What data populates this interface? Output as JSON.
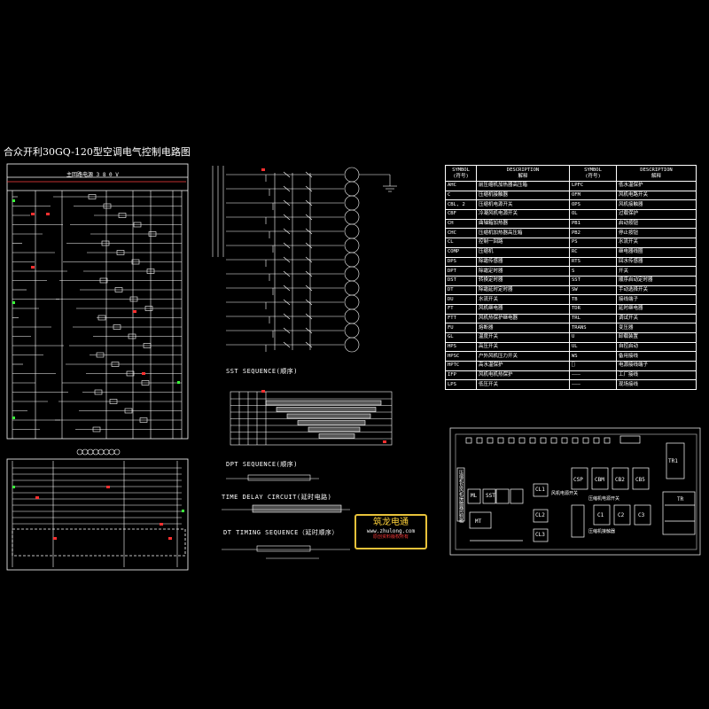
{
  "title": "合众开利30GQ-120型空调电气控制电路图",
  "power_label": "主回路电源 3 8 0 V",
  "sequences": {
    "sst": "SST SEQUENCE(顺序)",
    "dpt": "DPT SEQUENCE(顺序)",
    "time_delay": "TIME DELAY CIRCUIT(延时电路)",
    "dt": "DT TIMING SEQUENCE（延时顺序）"
  },
  "legend": {
    "headers": {
      "symbol": "SYMBOL\n(符号)",
      "description": "DESCRIPTION\n解释"
    },
    "rows": [
      {
        "s1": "AHC",
        "d1": "前压缩机加热器高压箱",
        "s2": "LPFC",
        "d2": "低水温保护"
      },
      {
        "s1": "C",
        "d1": "压缩机接触器",
        "s2": "OFM",
        "d2": "风机电路开关"
      },
      {
        "s1": "CBL, 2",
        "d1": "压缩机电源开关",
        "s2": "OPS",
        "d2": "风机接触器"
      },
      {
        "s1": "CBF",
        "d1": "冷凝风机电源开关",
        "s2": "OL",
        "d2": "过载保护"
      },
      {
        "s1": "CH",
        "d1": "曲轴箱加热器",
        "s2": "PB1",
        "d2": "启动按钮"
      },
      {
        "s1": "CHC",
        "d1": "压缩机加热器高压箱",
        "s2": "PB2",
        "d2": "停止按钮"
      },
      {
        "s1": "CL",
        "d1": "控制一回路",
        "s2": "PS",
        "d2": "水流开关"
      },
      {
        "s1": "COMP",
        "d1": "压缩机",
        "s2": "RC",
        "d2": "继电器线圈"
      },
      {
        "s1": "DPS",
        "d1": "除霜传感器",
        "s2": "RTS",
        "d2": "回水传感器"
      },
      {
        "s1": "DPT",
        "d1": "除霜定时器",
        "s2": "S",
        "d2": "开关"
      },
      {
        "s1": "DST",
        "d1": "转换定时器",
        "s2": "SST",
        "d2": "顺序启动定时器"
      },
      {
        "s1": "DT",
        "d1": "除霜延时定时器",
        "s2": "SW",
        "d2": "手动选择开关"
      },
      {
        "s1": "DU",
        "d1": "水流开关",
        "s2": "TB",
        "d2": "接线端子"
      },
      {
        "s1": "FT",
        "d1": "风机继电器",
        "s2": "TDR",
        "d2": "延时继电器"
      },
      {
        "s1": "FTT",
        "d1": "风机热保护继电器",
        "s2": "TRL",
        "d2": "调试开关"
      },
      {
        "s1": "FU",
        "d1": "熔断器",
        "s2": "TRANS",
        "d2": "变压器"
      },
      {
        "s1": "GL",
        "d1": "温度开关",
        "s2": "U",
        "d2": "卸载装置"
      },
      {
        "s1": "HPS",
        "d1": "高压开关",
        "s2": "UL",
        "d2": "自控启动"
      },
      {
        "s1": "HPSC",
        "d1": "户外风机压力开关",
        "s2": "WS",
        "d2": "备用接线"
      },
      {
        "s1": "HPTC",
        "d1": "高水温保护",
        "s2": "⎕",
        "d2": "电源接线端子"
      },
      {
        "s1": "IFP",
        "d1": "风机电机热保护",
        "s2": "———",
        "d2": "工厂接线"
      },
      {
        "s1": "LPS",
        "d1": "低压开关",
        "s2": "———",
        "d2": "现场接线"
      }
    ]
  },
  "panel": {
    "side_label": "压缩机及风机接触器控制箱",
    "boxes": {
      "tr1": "TR1",
      "csp": "CSP",
      "cbm": "CBM",
      "cb2": "CB2",
      "cb5": "CB5",
      "c1": "C1",
      "c2": "C2",
      "c3": "C3",
      "cl1": "CL1",
      "cl2": "CL2",
      "cl3": "CL3",
      "ml": "ML",
      "mt": "MT",
      "sst": "SST",
      "tr": "TR"
    },
    "fan_label": "风机电源开关",
    "comp_switch_label": "压缩机电源开关",
    "contactor_label": "压缩机接触器"
  },
  "watermark": {
    "main": "筑龙电通",
    "url": "www.zhulong.com",
    "sub": "原创资料版权所有"
  }
}
